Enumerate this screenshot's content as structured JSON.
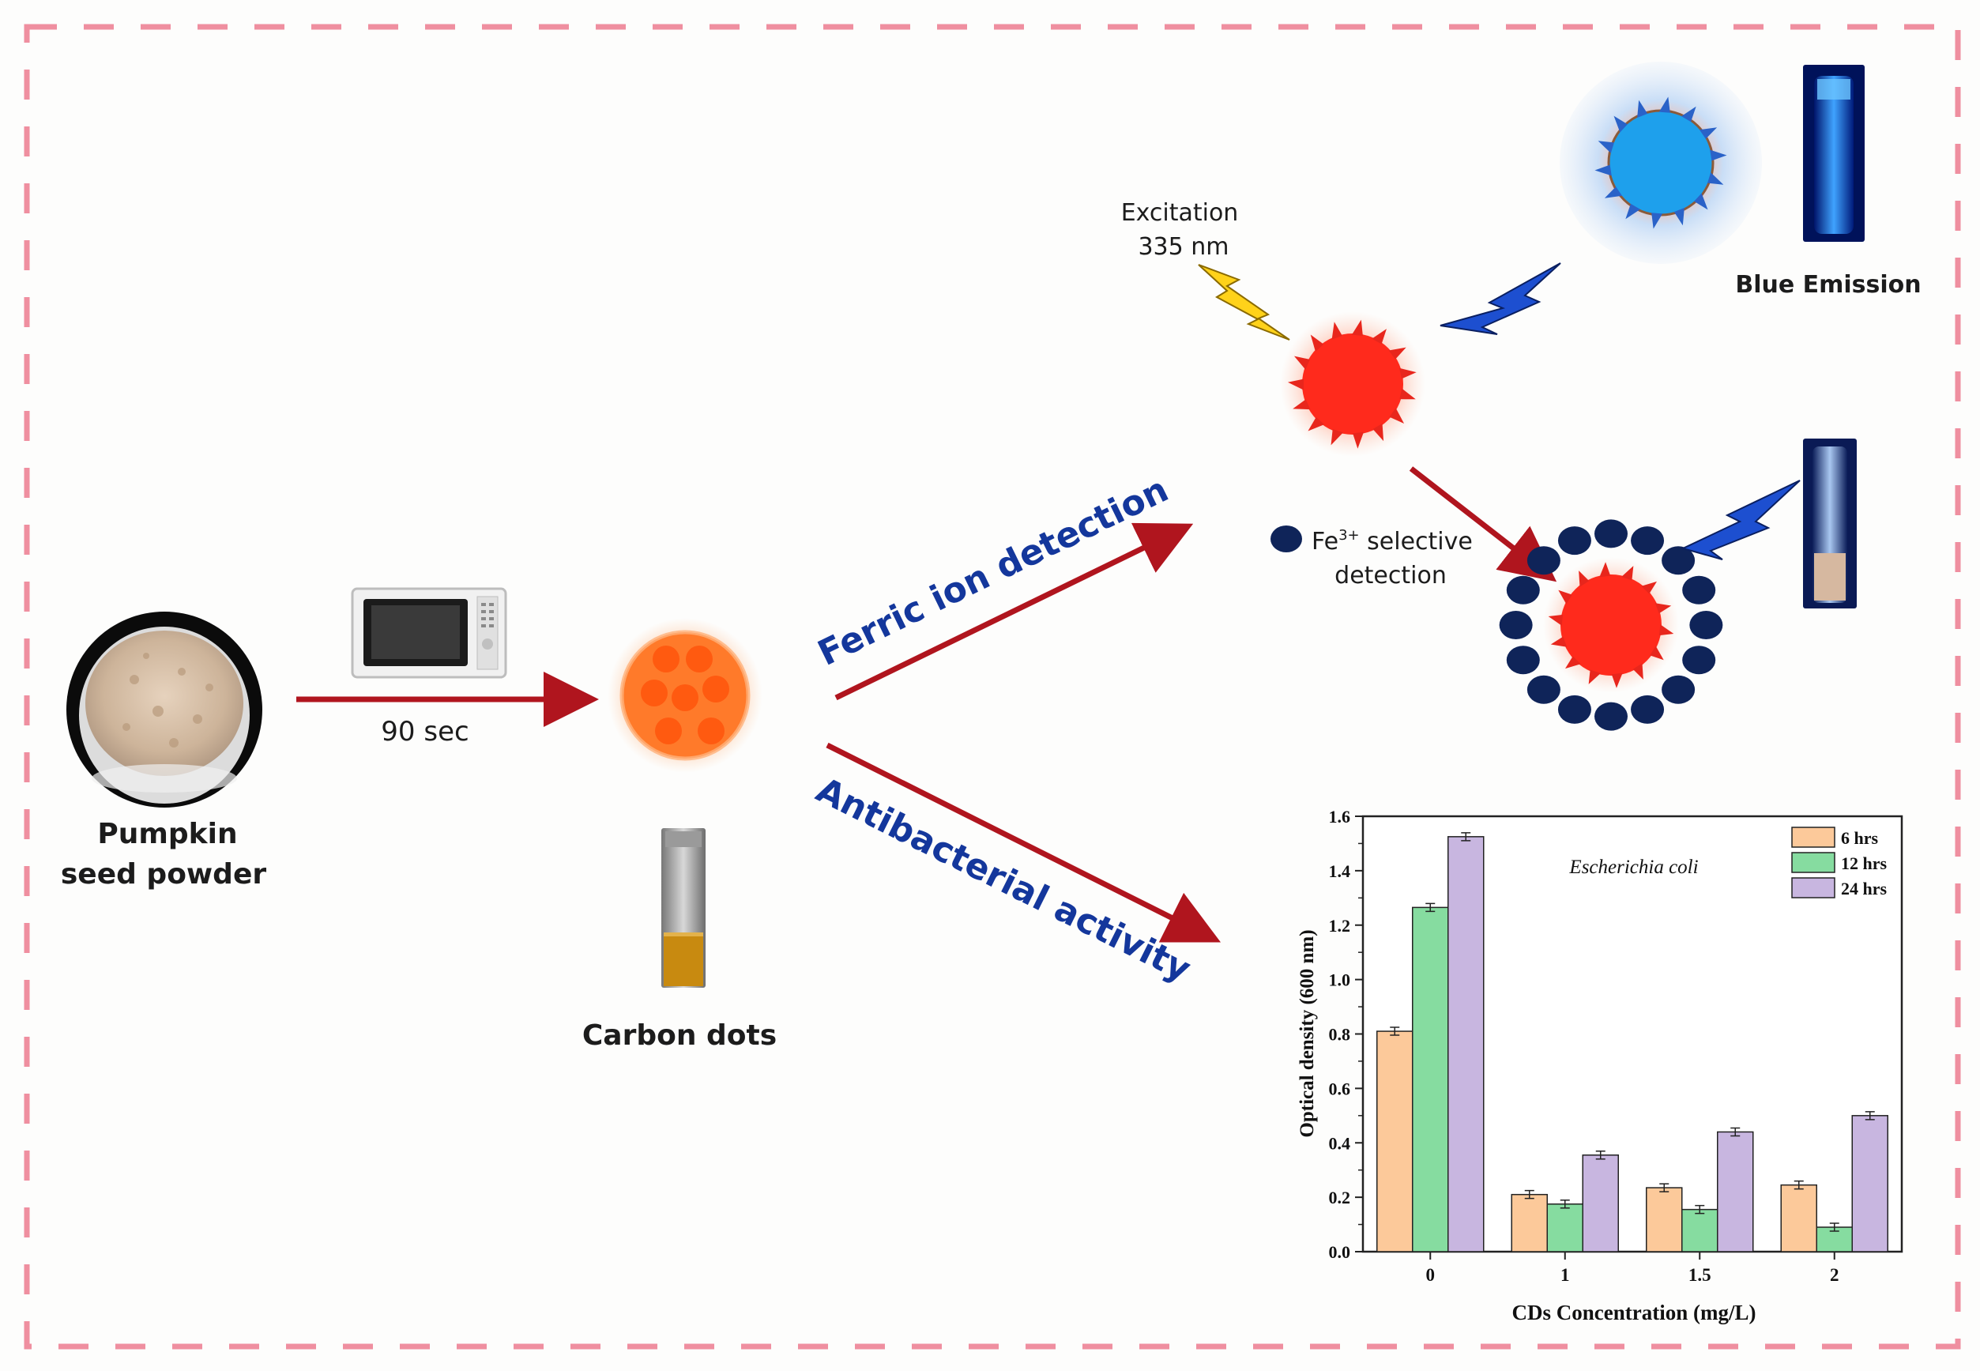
{
  "labels": {
    "pumpkin_line1": "Pumpkin",
    "pumpkin_line2": "seed powder",
    "time": "90 sec",
    "carbon_dots": "Carbon dots",
    "ferric_arrow": "Ferric ion detection",
    "antibacterial_arrow": "Antibacterial activity",
    "excitation_line1": "Excitation",
    "excitation_line2": "335 nm",
    "blue_emission": "Blue Emission",
    "fe_base": "Fe",
    "fe_sup": "3+",
    "fe_rest": " selective",
    "fe_line2": "detection"
  },
  "colors": {
    "border": "#ef8fa0",
    "arrow": "#b0151e",
    "arrow_text": "#14379c",
    "dot_red": "#ff2a1c",
    "dot_blue": "#1ea0ec",
    "fe_ion": "#0f2459",
    "lightning_yellow": "#ffd21a",
    "lightning_blue": "#1d4fd0"
  },
  "icons": {
    "microwave": "microwave-icon",
    "vial": "vial-icon",
    "lightning": "lightning-bolt-icon"
  },
  "chart_data": {
    "type": "bar",
    "annotation": "Escherichia coli",
    "xlabel": "CDs Concentration (mg/L)",
    "ylabel": "Optical density (600 nm)",
    "categories": [
      "0",
      "1",
      "1.5",
      "2"
    ],
    "ylim": [
      0,
      1.6
    ],
    "yticks": [
      "0.0",
      "0.2",
      "0.4",
      "0.6",
      "0.8",
      "1.0",
      "1.2",
      "1.4",
      "1.6"
    ],
    "legend_position": "top-right",
    "series": [
      {
        "name": "6 hrs",
        "values": [
          0.81,
          0.21,
          0.235,
          0.245
        ],
        "color": "#fcc99a"
      },
      {
        "name": "12 hrs",
        "values": [
          1.265,
          0.175,
          0.155,
          0.09
        ],
        "color": "#86dca0"
      },
      {
        "name": "24 hrs",
        "values": [
          1.525,
          0.355,
          0.44,
          0.5
        ],
        "color": "#c8b6e0"
      }
    ]
  }
}
